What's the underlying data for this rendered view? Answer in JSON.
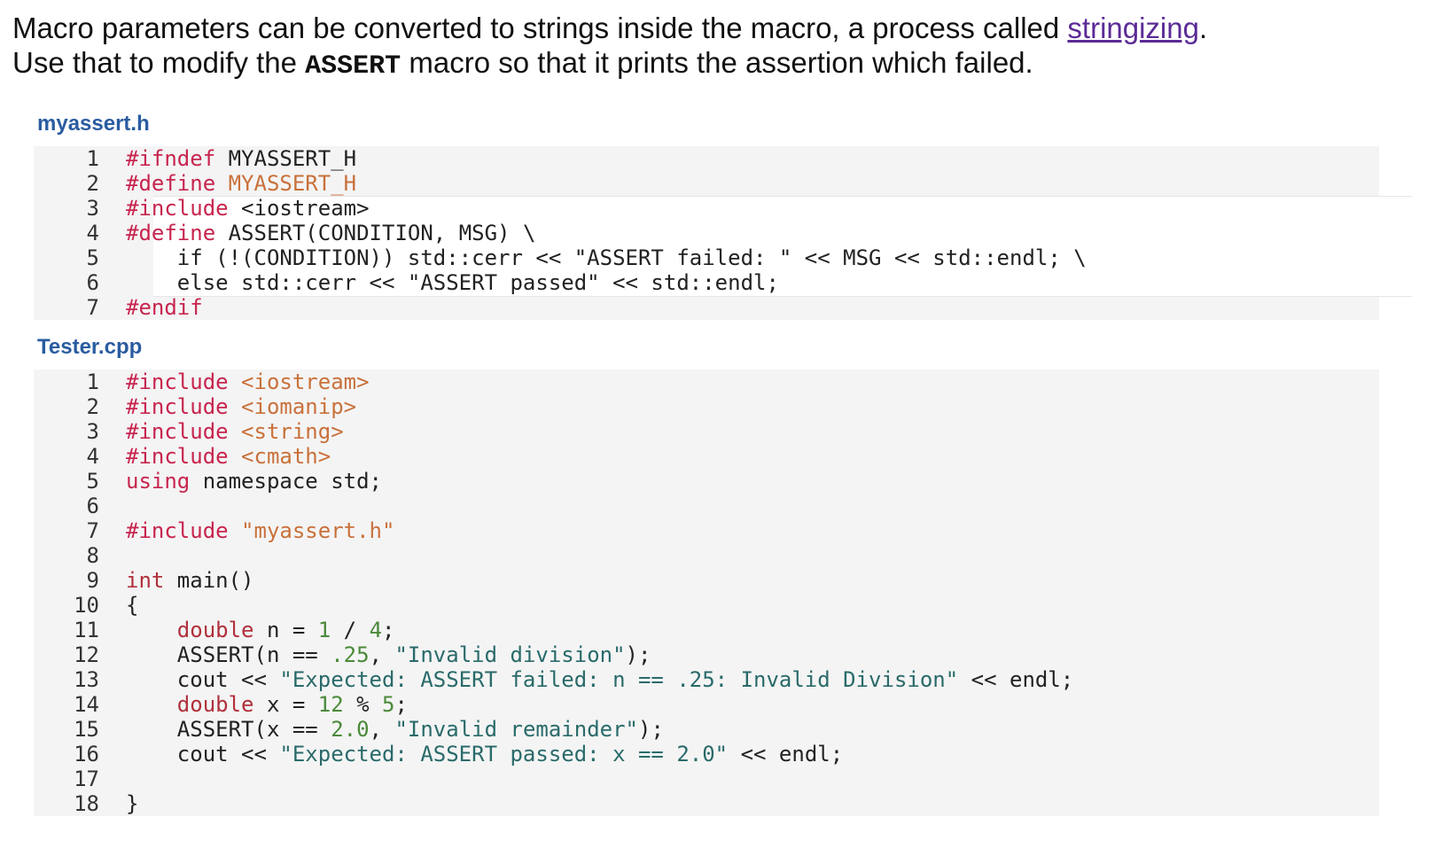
{
  "instructions": {
    "line1_before": "Macro parameters can be converted to strings inside the macro, a process called ",
    "link_text": "stringizing",
    "line1_after": ".",
    "line2_before": "Use that to modify the ",
    "code_term": "ASSERT",
    "line2_after": " macro so that it prints the assertion which failed."
  },
  "files": [
    {
      "title": "myassert.h",
      "lines": [
        {
          "n": "1",
          "tokens": [
            {
              "t": "#ifndef",
              "c": "kw"
            },
            {
              "t": " MYASSERT_H",
              "c": ""
            }
          ]
        },
        {
          "n": "2",
          "tokens": [
            {
              "t": "#define",
              "c": "kw"
            },
            {
              "t": " MYASSERT_H",
              "c": "macro"
            }
          ]
        },
        {
          "n": "3",
          "tokens": [
            {
              "t": "#include",
              "c": "kw"
            },
            {
              "t": " <iostream>",
              "c": ""
            }
          ]
        },
        {
          "n": "4",
          "tokens": [
            {
              "t": "#define",
              "c": "kw"
            },
            {
              "t": " ASSERT(CONDITION, MSG) \\",
              "c": ""
            }
          ]
        },
        {
          "n": "5",
          "tokens": [
            {
              "t": "    if (!(CONDITION)) std::cerr << \"ASSERT failed: \" << MSG << std::endl; \\",
              "c": ""
            }
          ]
        },
        {
          "n": "6",
          "tokens": [
            {
              "t": "    else std::cerr << \"ASSERT passed\" << std::endl;",
              "c": ""
            }
          ]
        },
        {
          "n": "7",
          "tokens": [
            {
              "t": "#endif",
              "c": "kw"
            }
          ]
        }
      ]
    },
    {
      "title": "Tester.cpp",
      "lines": [
        {
          "n": "1",
          "tokens": [
            {
              "t": "#include",
              "c": "kw"
            },
            {
              "t": " <iostream>",
              "c": "inc"
            }
          ]
        },
        {
          "n": "2",
          "tokens": [
            {
              "t": "#include",
              "c": "kw"
            },
            {
              "t": " <iomanip>",
              "c": "inc"
            }
          ]
        },
        {
          "n": "3",
          "tokens": [
            {
              "t": "#include",
              "c": "kw"
            },
            {
              "t": " <string>",
              "c": "inc"
            }
          ]
        },
        {
          "n": "4",
          "tokens": [
            {
              "t": "#include",
              "c": "kw"
            },
            {
              "t": " <cmath>",
              "c": "inc"
            }
          ]
        },
        {
          "n": "5",
          "tokens": [
            {
              "t": "using",
              "c": "kw"
            },
            {
              "t": " namespace",
              "c": ""
            },
            {
              "t": " std;",
              "c": ""
            }
          ]
        },
        {
          "n": "6",
          "tokens": []
        },
        {
          "n": "7",
          "tokens": [
            {
              "t": "#include",
              "c": "kw"
            },
            {
              "t": " \"myassert.h\"",
              "c": "inc"
            }
          ]
        },
        {
          "n": "8",
          "tokens": []
        },
        {
          "n": "9",
          "tokens": [
            {
              "t": "int",
              "c": "type"
            },
            {
              "t": " main()",
              "c": ""
            }
          ]
        },
        {
          "n": "10",
          "tokens": [
            {
              "t": "{",
              "c": ""
            }
          ]
        },
        {
          "n": "11",
          "tokens": [
            {
              "t": "    ",
              "c": ""
            },
            {
              "t": "double",
              "c": "type"
            },
            {
              "t": " n = ",
              "c": ""
            },
            {
              "t": "1",
              "c": "num"
            },
            {
              "t": " / ",
              "c": ""
            },
            {
              "t": "4",
              "c": "num"
            },
            {
              "t": ";",
              "c": ""
            }
          ]
        },
        {
          "n": "12",
          "tokens": [
            {
              "t": "    ASSERT(n == ",
              "c": ""
            },
            {
              "t": ".25",
              "c": "num"
            },
            {
              "t": ", ",
              "c": ""
            },
            {
              "t": "\"Invalid division\"",
              "c": "str"
            },
            {
              "t": ");",
              "c": ""
            }
          ]
        },
        {
          "n": "13",
          "tokens": [
            {
              "t": "    cout << ",
              "c": ""
            },
            {
              "t": "\"Expected: ASSERT failed: n == .25: Invalid Division\"",
              "c": "str"
            },
            {
              "t": " << endl;",
              "c": ""
            }
          ]
        },
        {
          "n": "14",
          "tokens": [
            {
              "t": "    ",
              "c": ""
            },
            {
              "t": "double",
              "c": "type"
            },
            {
              "t": " x = ",
              "c": ""
            },
            {
              "t": "12",
              "c": "num"
            },
            {
              "t": " % ",
              "c": ""
            },
            {
              "t": "5",
              "c": "num"
            },
            {
              "t": ";",
              "c": ""
            }
          ]
        },
        {
          "n": "15",
          "tokens": [
            {
              "t": "    ASSERT(x == ",
              "c": ""
            },
            {
              "t": "2.0",
              "c": "num"
            },
            {
              "t": ", ",
              "c": ""
            },
            {
              "t": "\"Invalid remainder\"",
              "c": "str"
            },
            {
              "t": ");",
              "c": ""
            }
          ]
        },
        {
          "n": "16",
          "tokens": [
            {
              "t": "    cout << ",
              "c": ""
            },
            {
              "t": "\"Expected: ASSERT passed: x == 2.0\"",
              "c": "str"
            },
            {
              "t": " << endl;",
              "c": ""
            }
          ]
        },
        {
          "n": "17",
          "tokens": []
        },
        {
          "n": "18",
          "tokens": [
            {
              "t": "}",
              "c": ""
            }
          ]
        }
      ]
    }
  ],
  "colors": {
    "title": "#2a5ca0",
    "link": "#5b2b96",
    "keyword": "#c7254e",
    "string": "#2a6a6a",
    "number": "#4b8a3a",
    "include": "#c9713b",
    "code_background": "#f4f4f4"
  }
}
